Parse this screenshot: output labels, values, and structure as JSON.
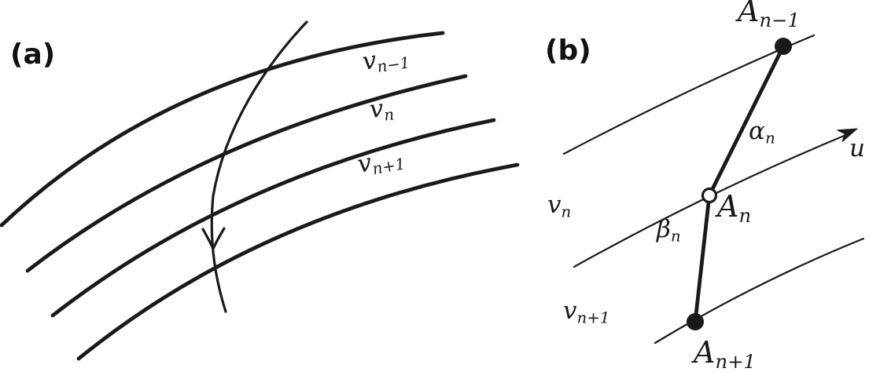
{
  "colors": {
    "ink": "#1a1a1a",
    "background": "#ffffff"
  },
  "panel_a": {
    "tag": "(a)",
    "labels": {
      "v_prev": {
        "base": "v",
        "sub": "n−1"
      },
      "v_cur": {
        "base": "v",
        "sub": "n"
      },
      "v_next": {
        "base": "v",
        "sub": "n+1"
      }
    }
  },
  "panel_b": {
    "tag": "(b)",
    "labels": {
      "a_prev": {
        "base": "A",
        "sub": "n−1"
      },
      "a_cur": {
        "base": "A",
        "sub": "n"
      },
      "a_next": {
        "base": "A",
        "sub": "n+1"
      },
      "alpha": {
        "base": "α",
        "sub": "n"
      },
      "beta": {
        "base": "β",
        "sub": "n"
      },
      "v_cur": {
        "base": "v",
        "sub": "n"
      },
      "v_next": {
        "base": "v",
        "sub": "n+1"
      },
      "u_axis": "u"
    }
  }
}
